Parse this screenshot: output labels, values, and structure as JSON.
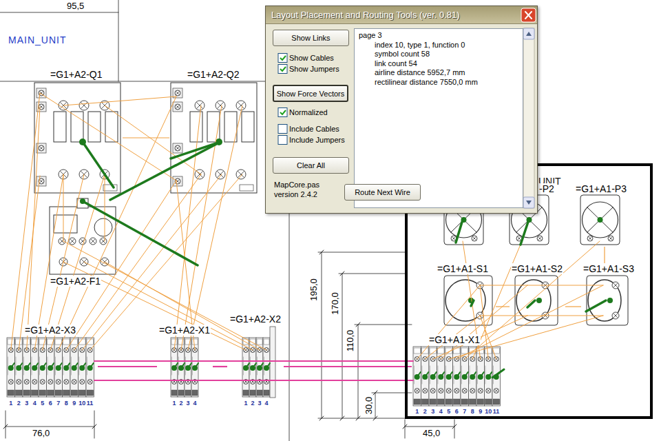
{
  "diagram": {
    "nodes": [
      {
        "text": [
          "Layout Placement and Routing Tools (ver. 0.81)"
        ]
      },
      {
        "text": [
          "Show Links"
        ],
        "in": 0
      },
      {
        "text": [
          "page 3",
          "index 10, type 1, function 0",
          "symbol count 58",
          "link count 54",
          "airline distance 5952,7 mm",
          "rectilinear distance 7550,0 mm"
        ],
        "in": 0
      },
      {
        "text": [
          "Show Force Vectors"
        ],
        "in": 0
      },
      {
        "text": [
          "Clear All"
        ],
        "in": 0
      },
      {
        "text": [
          "Route Next Wire"
        ],
        "in": 0
      },
      {
        "text": [
          "=G1+A2-Q1"
        ]
      },
      {
        "text": [
          "=G1+A2-Q2"
        ]
      },
      {
        "text": [
          "=G1+A2-F1"
        ]
      },
      {
        "text": [
          "UNIT"
        ]
      },
      {
        "text": [
          "=G1+A1-P3"
        ],
        "in": 9
      },
      {
        "text": [
          "=G1+A1-S1"
        ],
        "in": 9
      },
      {
        "text": [
          "=G1+A1-S2"
        ],
        "in": 9
      },
      {
        "text": [
          "=G1+A1-S3"
        ],
        "in": 9
      },
      {
        "text": [
          "=G1+A2-X3"
        ]
      },
      {
        "text": [
          "=G1+A2-X1"
        ]
      },
      {
        "text": [
          "=G1+A2-X2"
        ]
      },
      {
        "text": [
          "=G1+A1-X1"
        ],
        "in": 9
      }
    ],
    "edges": [
      {
        "from": 14,
        "to": 15,
        "arrow": "none"
      },
      {
        "from": 15,
        "to": 16,
        "arrow": "none"
      },
      {
        "from": 16,
        "to": 17,
        "arrow": "none"
      },
      {
        "from": 6,
        "to": 7,
        "arrow": "none"
      },
      {
        "from": 11,
        "to": 12,
        "arrow": "none"
      },
      {
        "from": 12,
        "to": 13,
        "arrow": "none"
      },
      {
        "from": 10,
        "to": 13,
        "arrow": "none"
      }
    ],
    "labels": [
      "95,5",
      "MAIN_UNIT",
      "-P2",
      "Show Cables",
      "Show Jumpers",
      "Normalized",
      "Include Cables",
      "Include Jumpers",
      "MapCore.pas",
      "version 2.4.2",
      "195,0",
      "170,0",
      "110,0",
      "30,0",
      "76,0",
      "45,0",
      "1",
      "2",
      "3",
      "4",
      "5",
      "6",
      "7",
      "8",
      "9",
      "10",
      "11",
      "1",
      "2",
      "3",
      "4",
      "1",
      "2",
      "3",
      "4",
      "1",
      "2",
      "3",
      "4",
      "5",
      "6",
      "7",
      "8",
      "9",
      "10",
      "11"
    ]
  }
}
